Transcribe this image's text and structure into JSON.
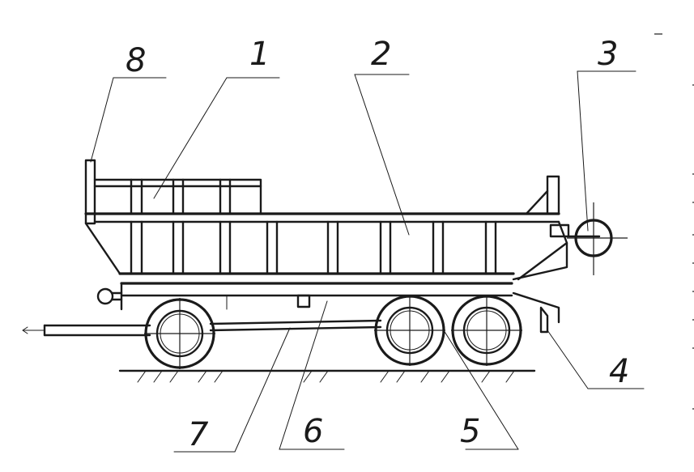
{
  "callouts": [
    {
      "id": "1",
      "label": "1"
    },
    {
      "id": "2",
      "label": "2"
    },
    {
      "id": "3",
      "label": "3"
    },
    {
      "id": "4",
      "label": "4"
    },
    {
      "id": "5",
      "label": "5"
    },
    {
      "id": "6",
      "label": "6"
    },
    {
      "id": "7",
      "label": "7"
    },
    {
      "id": "8",
      "label": "8"
    }
  ],
  "colors": {
    "ink": "#1a1a1a",
    "paper": "#ffffff"
  }
}
